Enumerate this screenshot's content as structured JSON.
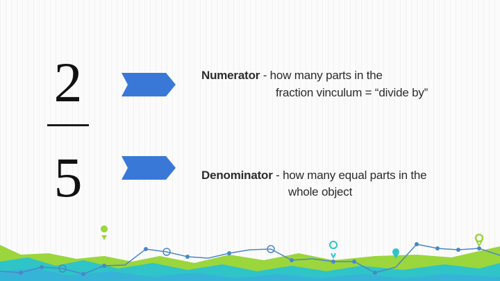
{
  "fraction": {
    "numerator": "2",
    "denominator": "5"
  },
  "numerator_desc": {
    "term": "Numerator",
    "line1_rest": " - how many parts in the",
    "line2": "fraction vinculum  =   “divide by”"
  },
  "denominator_desc": {
    "term": "Denominator",
    "line1_rest": " - how many equal parts in the",
    "line2": "whole object"
  },
  "icons": {
    "arrow": "chevron-right-icon",
    "markers": "location-pin-icon"
  },
  "colors": {
    "chevron_blue": "#3a78d8",
    "green": "#9bd63c",
    "teal": "#2ec4c8",
    "line_blue": "#4a86c8"
  }
}
